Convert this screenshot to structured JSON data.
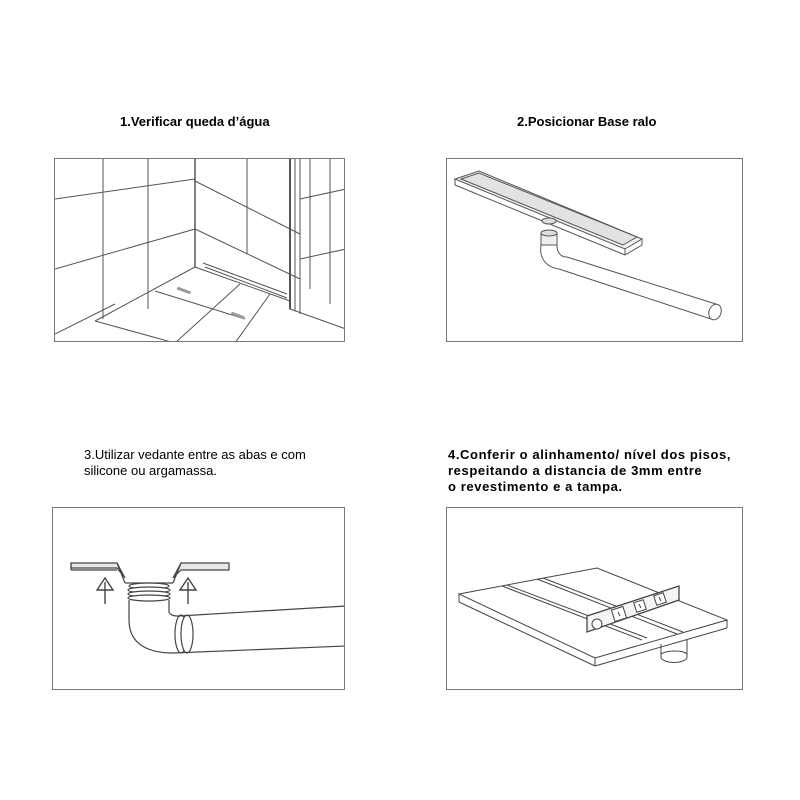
{
  "steps": [
    {
      "title": "1.Verificar queda d’água"
    },
    {
      "title": "2.Posicionar Base ralo"
    },
    {
      "title_lines": [
        "3.Utilizar vedante entre as abas e com",
        "silicone ou argamassa."
      ]
    },
    {
      "title_lines": [
        "4.Conferir o alinhamento/ nível dos pisos,",
        "respeitando a distancia de 3mm entre",
        "o revestimento e a tampa."
      ]
    }
  ],
  "icons": [
    "shower-corner-illustration",
    "drain-base-pipe-illustration",
    "seal-arrows-illustration",
    "level-tool-illustration"
  ]
}
